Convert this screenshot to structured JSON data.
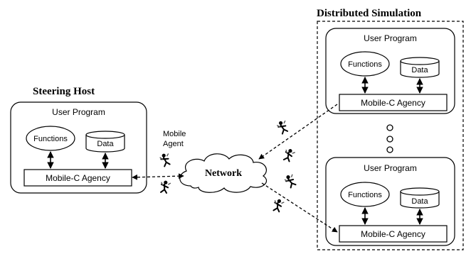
{
  "titles": {
    "steering_host": "Steering Host",
    "distributed_simulation": "Distributed Simulation"
  },
  "labels": {
    "user_program": "User Program",
    "functions": "Functions",
    "data": "Data",
    "agency": "Mobile-C Agency",
    "network": "Network",
    "mobile_agent_line1": "Mobile",
    "mobile_agent_line2": "Agent"
  },
  "icons": {
    "mobile_agent": "agent-figure-icon",
    "network": "cloud-icon"
  },
  "colors": {
    "stroke": "#000000",
    "background": "#ffffff"
  }
}
